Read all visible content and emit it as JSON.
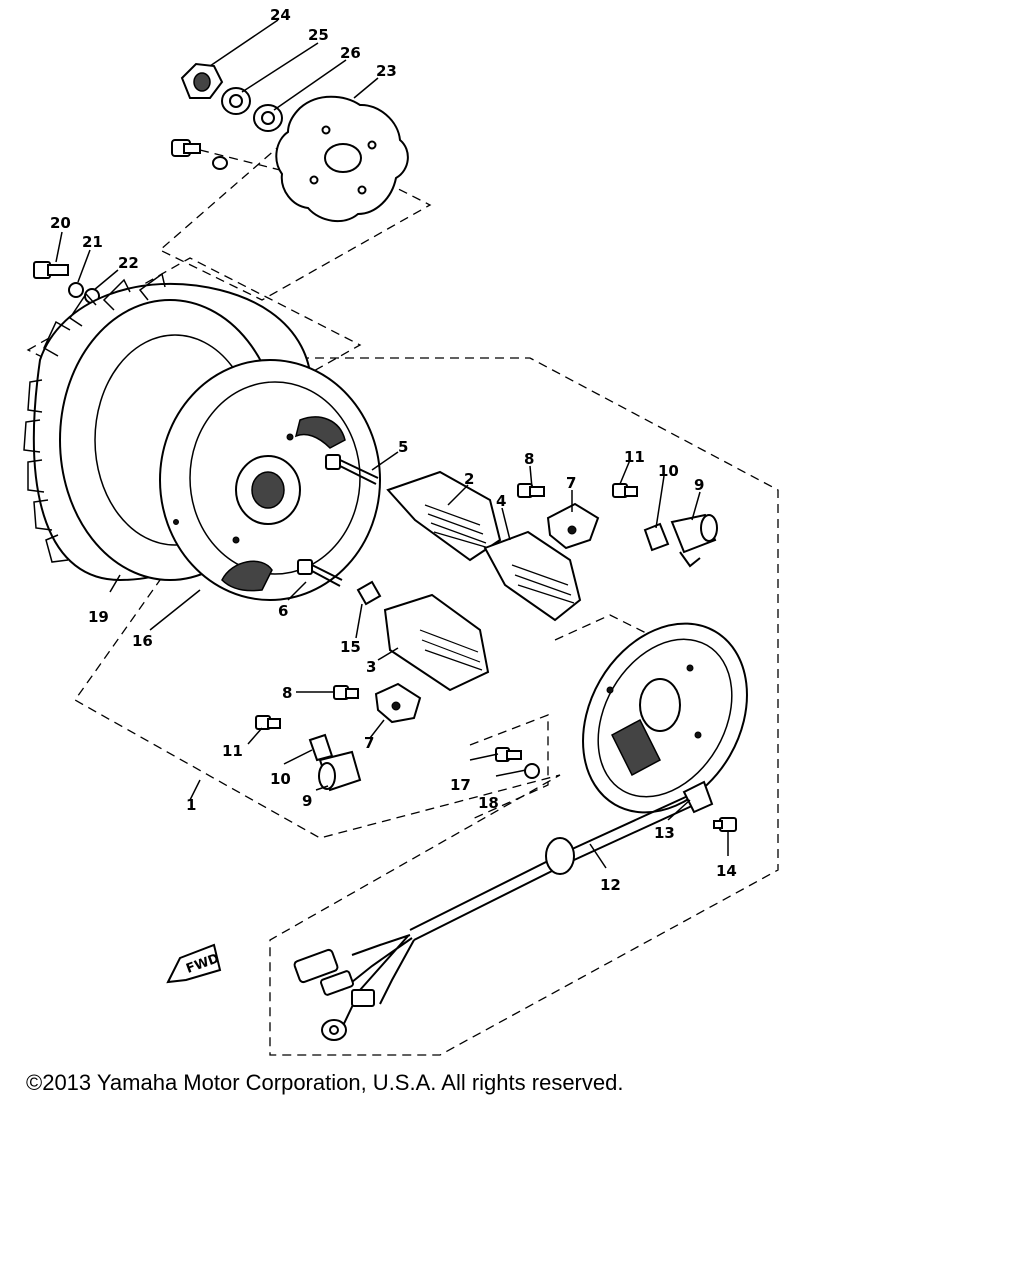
{
  "copyright": "©2013 Yamaha Motor Corporation, U.S.A. All rights reserved.",
  "fwd_label": "FWD",
  "callouts": {
    "c1": "1",
    "c2": "2",
    "c3": "3",
    "c4": "4",
    "c5": "5",
    "c6": "6",
    "c7a": "7",
    "c7b": "7",
    "c8a": "8",
    "c8b": "8",
    "c9a": "9",
    "c9b": "9",
    "c10a": "10",
    "c10b": "10",
    "c11a": "11",
    "c11b": "11",
    "c12": "12",
    "c13": "13",
    "c14": "14",
    "c15": "15",
    "c16": "16",
    "c17": "17",
    "c18": "18",
    "c19": "19",
    "c20": "20",
    "c21": "21",
    "c22": "22",
    "c23": "23",
    "c24": "24",
    "c25": "25",
    "c26": "26"
  }
}
